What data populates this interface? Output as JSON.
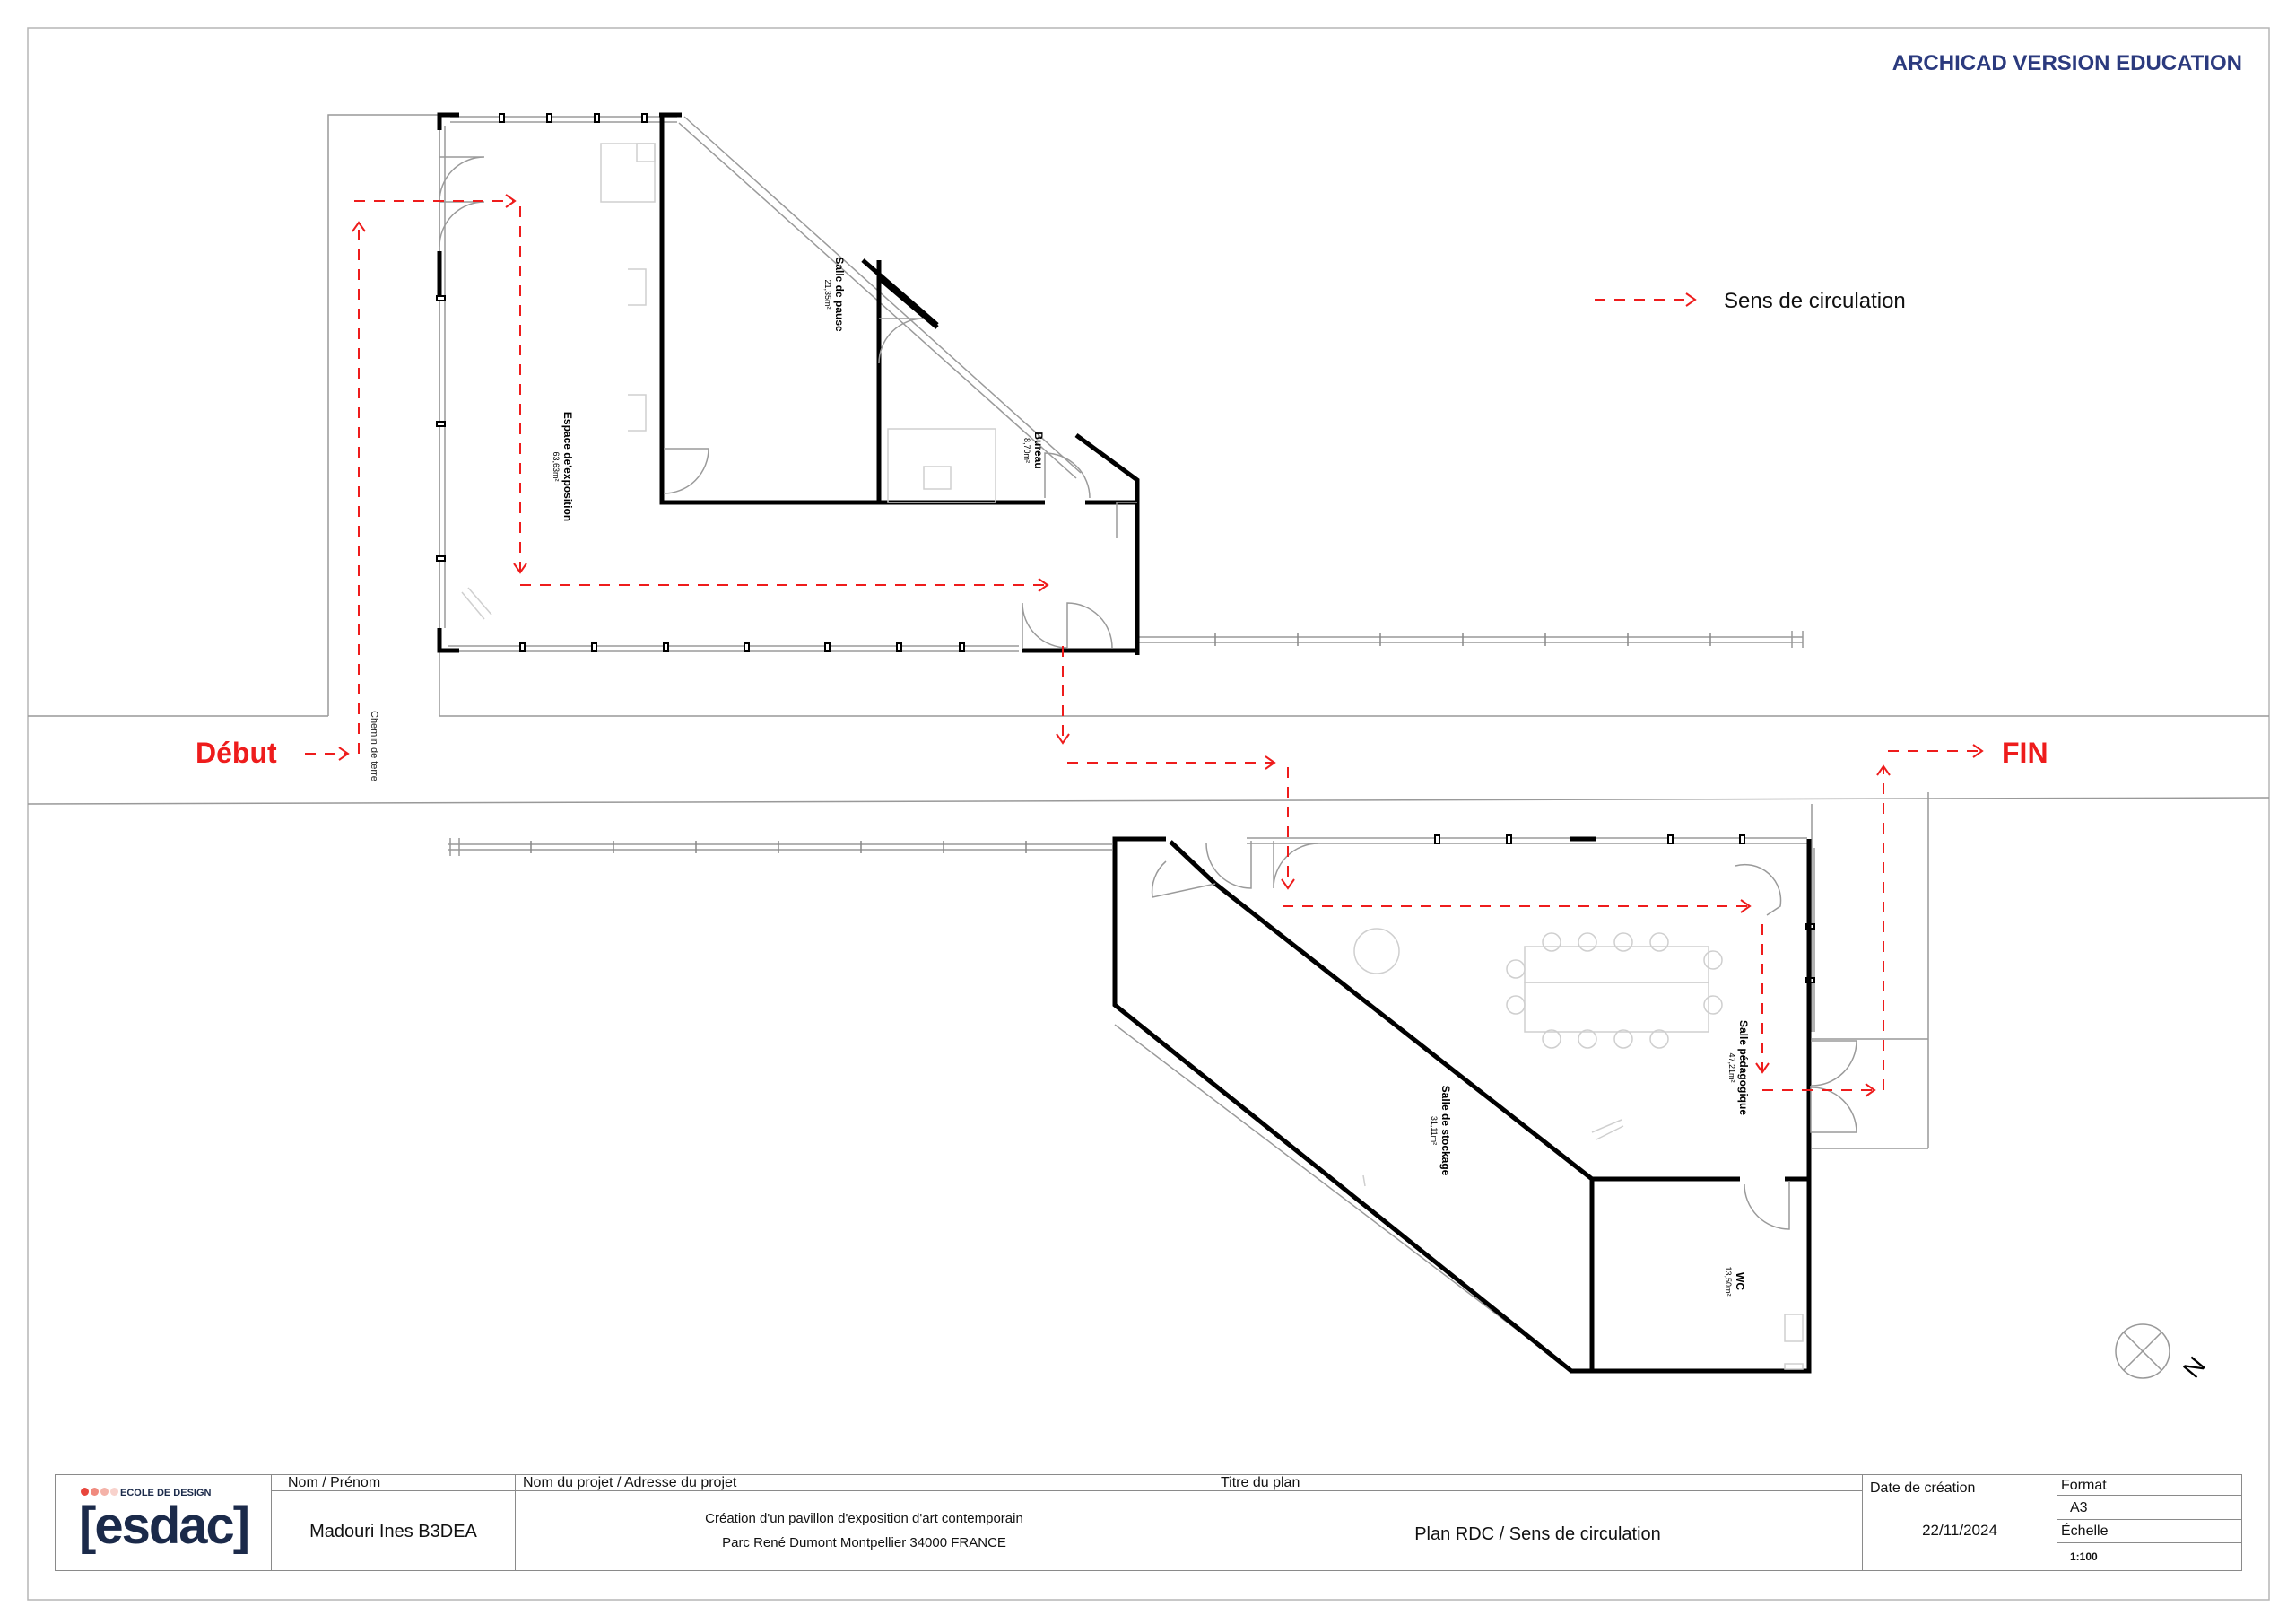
{
  "watermark": "ARCHICAD VERSION EDUCATION",
  "legend": {
    "label": "Sens de circulation",
    "line_color": "#ee1c1c"
  },
  "markers": {
    "start": "Début",
    "end": "FIN",
    "color": "#ee1c1c"
  },
  "path_label": "Chemin de terre",
  "rooms": [
    {
      "name": "Espace de'exposition",
      "area": "63,63m²"
    },
    {
      "name": "Salle de pause",
      "area": "21,35m²"
    },
    {
      "name": "Bureau",
      "area": "8,70m²"
    },
    {
      "name": "Salle de stockage",
      "area": "31,11m²"
    },
    {
      "name": "Salle pédagogique",
      "area": "47,21m²"
    },
    {
      "name": "WC",
      "area": "13,50m²"
    }
  ],
  "north_label": "N",
  "title_block": {
    "logo_top": "ECOLE DE DESIGN",
    "logo_main": "[esdac]",
    "logo_dot_colors": [
      "#e8453c",
      "#f08a7e",
      "#f4b2a8",
      "#f8d2cc"
    ],
    "name_header": "Nom / Prénom",
    "name_value": "Madouri Ines B3DEA",
    "project_header": "Nom du projet / Adresse du projet",
    "project_line1": "Création d'un pavillon d'exposition d'art contemporain",
    "project_line2": "Parc René Dumont  Montpellier 34000 FRANCE",
    "plan_header": "Titre du plan",
    "plan_value": "Plan RDC / Sens de circulation",
    "date_header": "Date de création",
    "date_value": "22/11/2024",
    "format_header": "Format",
    "format_value": "A3",
    "scale_header": "Échelle",
    "scale_value": "1:100"
  }
}
